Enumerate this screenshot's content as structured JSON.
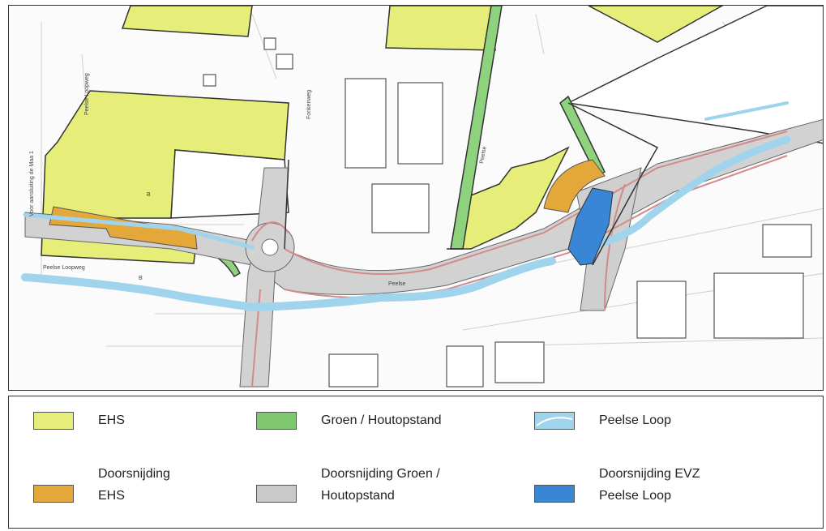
{
  "map": {
    "labels": {
      "left_vertical": "Voor aansluiting de Maa 1",
      "street_top": "Fonkenweg",
      "street_left": "Peelse Loopweg",
      "street_bottom": "Peelse Loopweg",
      "road_main": "Peelse",
      "road_small": "Peelse",
      "marker_b1": "B",
      "marker_b2": "B"
    }
  },
  "legend": {
    "items": [
      {
        "label": "EHS",
        "color": "#e6ee79",
        "icon": "ehs-swatch"
      },
      {
        "label": "Groen / Houtopstand",
        "color": "#7fc86f",
        "icon": "green-swatch"
      },
      {
        "label": "Peelse Loop",
        "color": "#9fd4ec",
        "icon": "peelse-loop-swatch"
      },
      {
        "label": "Doorsnijding\nEHS",
        "color": "#e4a83a",
        "icon": "doorsnijding-ehs-swatch"
      },
      {
        "label": "Doorsnijding Groen /\nHoutopstand",
        "color": "#c9c9c9",
        "icon": "doorsnijding-groen-swatch"
      },
      {
        "label": "Doorsnijding EVZ\nPeelse Loop",
        "color": "#3a86d6",
        "icon": "doorsnijding-evz-swatch"
      }
    ]
  }
}
